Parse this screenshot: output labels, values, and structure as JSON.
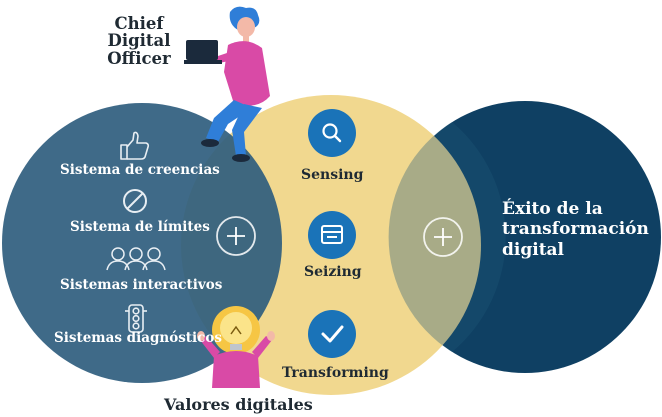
{
  "title": "Chief Digital Officer",
  "bottom_label": "Valores digitales",
  "center_steps": [
    {
      "label": "Sensing",
      "icon": "search-icon"
    },
    {
      "label": "Seizing",
      "icon": "calendar-icon"
    },
    {
      "label": "Transforming",
      "icon": "check-icon"
    }
  ],
  "left_items": [
    {
      "label": "Sistema de creencias",
      "icon": "thumbs-up-icon"
    },
    {
      "label": "Sistema de límites",
      "icon": "prohibited-icon"
    },
    {
      "label": "Sistemas interactivos",
      "icon": "people-group-icon"
    },
    {
      "label": "Sistemas diagnósticos",
      "icon": "traffic-light-icon"
    }
  ],
  "outcome": "Éxito de la transformación digital",
  "colors": {
    "left_circle": "#2f5d7e",
    "center_circle": "#f1d88f",
    "right_circle": "#0f4063",
    "step_icon": "#1a73b8",
    "figure_pink": "#d94aa6"
  }
}
